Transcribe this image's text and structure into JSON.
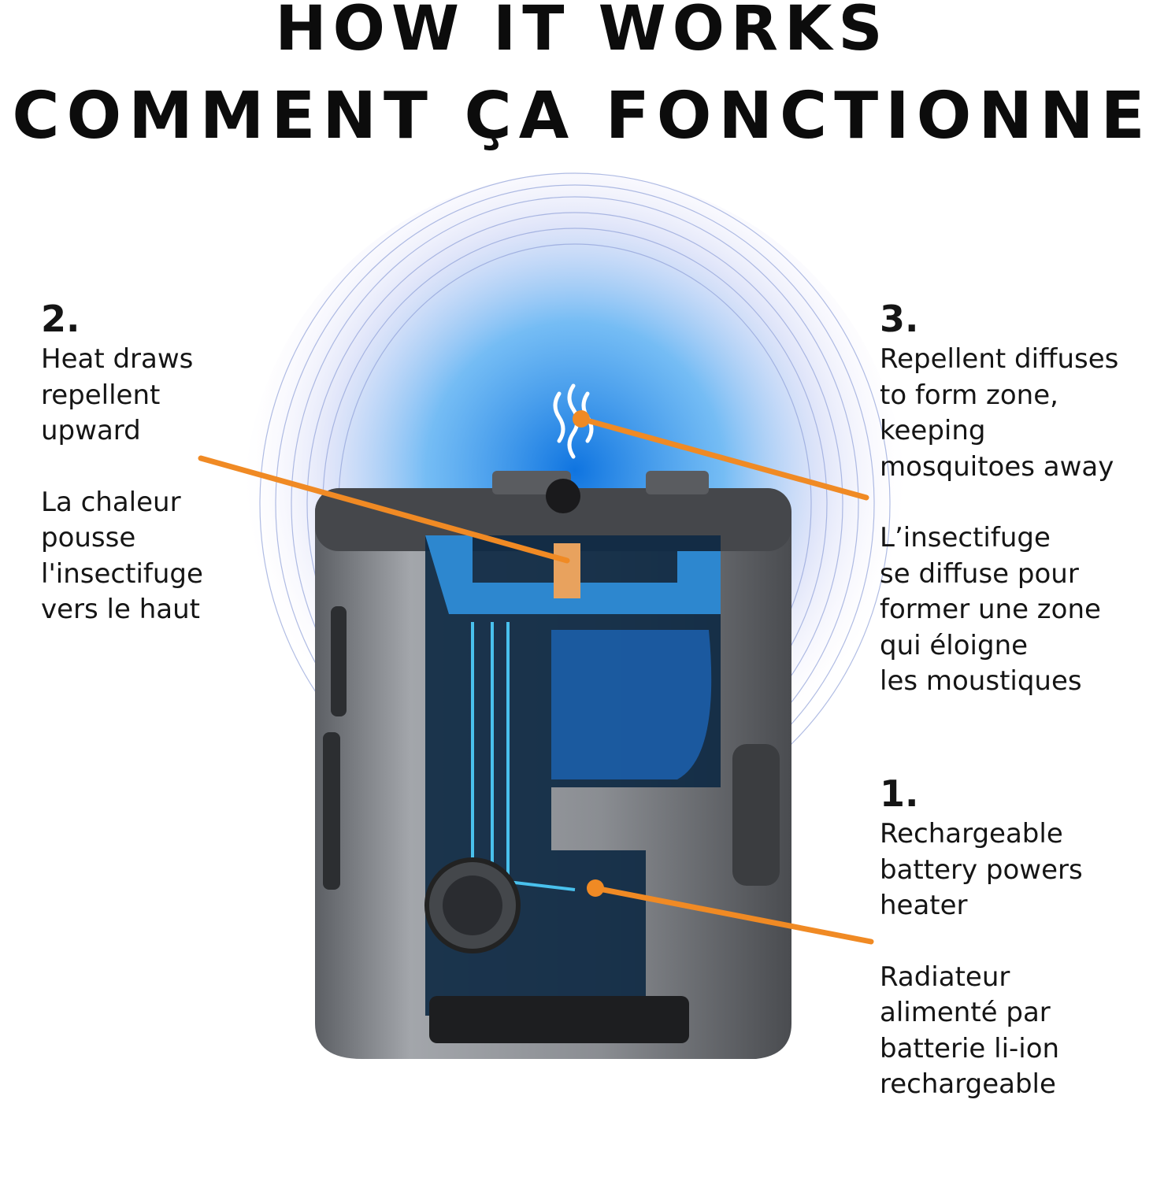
{
  "title": {
    "line1": "HOW IT WORKS",
    "line2": "COMMENT ÇA FONCTIONNE"
  },
  "callouts": {
    "step2": {
      "number": "2.",
      "en": [
        "Heat draws",
        "repellent",
        "upward"
      ],
      "fr": [
        "La chaleur",
        "pousse",
        "l'insectifuge",
        "vers le haut"
      ]
    },
    "step3": {
      "number": "3.",
      "en": [
        "Repellent diffuses",
        "to form zone,",
        "keeping",
        "mosquitoes away"
      ],
      "fr": [
        "L’insectifuge",
        "se diffuse pour",
        "former une zone",
        "qui éloigne",
        "les moustiques"
      ]
    },
    "step1": {
      "number": "1.",
      "en": [
        "Rechargeable",
        "battery powers",
        "heater"
      ],
      "fr": [
        "Radiateur",
        "alimenté par",
        "batterie li-ion",
        "rechargeable"
      ]
    }
  },
  "colors": {
    "accent": "#f08a24",
    "device": "#7d7f83",
    "glow": "#1e8fe0"
  }
}
